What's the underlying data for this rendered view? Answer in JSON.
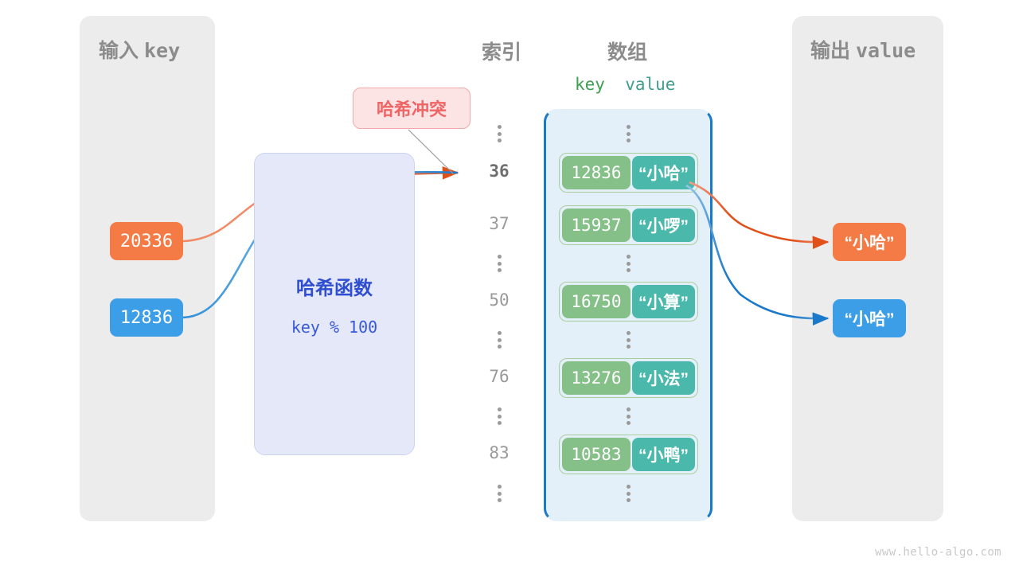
{
  "panels": {
    "input": {
      "title_cn": "输入",
      "title_mono": "key"
    },
    "output": {
      "title_cn": "输出",
      "title_mono": "value"
    }
  },
  "columns": {
    "index_title": "索引",
    "array_title": "数组",
    "key_label": "key",
    "value_label": "value"
  },
  "hash_function": {
    "name": "哈希函数",
    "expression": "key % 100"
  },
  "collision_badge": {
    "label": "哈希冲突"
  },
  "input_keys": [
    {
      "value": "20336",
      "color": "#f47b45"
    },
    {
      "value": "12836",
      "color": "#3d9ee8"
    }
  ],
  "output_values": [
    {
      "value": "“小哈”",
      "color": "#f47b45"
    },
    {
      "value": "“小哈”",
      "color": "#3d9ee8"
    }
  ],
  "rows": [
    {
      "kind": "dots"
    },
    {
      "kind": "entry",
      "index": "36",
      "key": "12836",
      "value": "“小哈”",
      "highlight": true
    },
    {
      "kind": "entry",
      "index": "37",
      "key": "15937",
      "value": "“小啰”",
      "highlight": false
    },
    {
      "kind": "dots"
    },
    {
      "kind": "entry",
      "index": "50",
      "key": "16750",
      "value": "“小算”",
      "highlight": false
    },
    {
      "kind": "dots"
    },
    {
      "kind": "entry",
      "index": "76",
      "key": "13276",
      "value": "“小法”",
      "highlight": false
    },
    {
      "kind": "dots"
    },
    {
      "kind": "entry",
      "index": "83",
      "key": "10583",
      "value": "“小鸭”",
      "highlight": false
    },
    {
      "kind": "dots"
    }
  ],
  "colors": {
    "panel_bg": "#ececec",
    "array_bg": "#e3f0fa",
    "array_border": "#1b79c9",
    "key_cell": "#85c088",
    "value_cell": "#4bb8ac",
    "bucket_border": "#a8cf9a",
    "hash_box_bg": "#e4e8f8",
    "hash_text": "#2f4fd0",
    "badge_bg": "#fce4e4",
    "badge_text": "#ef6464",
    "orange": "#f47b45",
    "blue": "#3d9ee8",
    "index_text": "#9a9a9a"
  },
  "watermark": "www.hello-algo.com"
}
